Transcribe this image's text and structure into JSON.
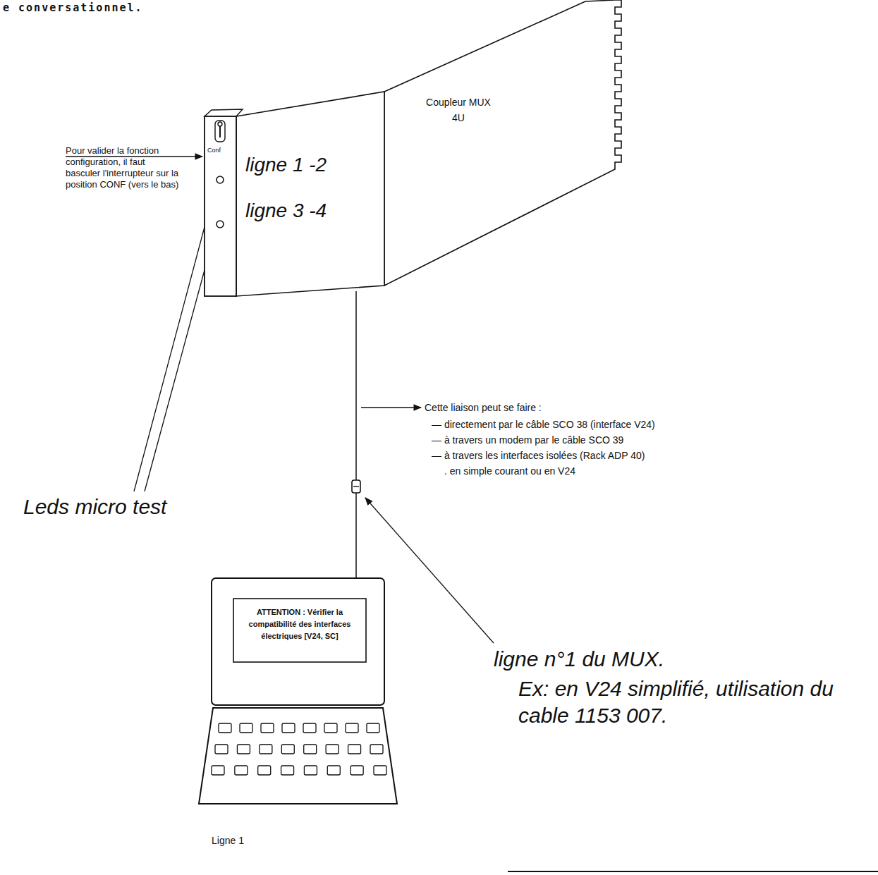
{
  "diagram": {
    "nodes": [
      {
        "text": [
          "Coupleur MUX 4U"
        ]
      },
      {
        "text": [
          "Conf",
          "ligne 1 -2",
          "ligne 3 -4"
        ]
      },
      {
        "text": [
          "Ligne 1"
        ]
      },
      {
        "text": [
          "ATTENTION : Vérifier la compatibilité des interfaces électriques [V24, SC]"
        ],
        "in": 2
      }
    ],
    "edges": [
      {
        "from": 1,
        "to": 2,
        "arrow": "none"
      }
    ],
    "labels": [
      "e conversationnel.",
      "Pour valider la fonction configuration, il faut basculer l'interrupteur sur la position CONF (vers le bas)",
      "Leds micro test",
      "Cette liaison peut se faire :",
      "— directement par le câble SCO 38 (interface V24)",
      "— à travers un modem par le câble SCO 39",
      "— à travers les interfaces isolées (Rack ADP 40)",
      ". en simple courant ou en V24",
      "ligne n°1 du MUX.",
      "Ex: en V24 simplifié, utilisation du cable 1153 007."
    ]
  }
}
